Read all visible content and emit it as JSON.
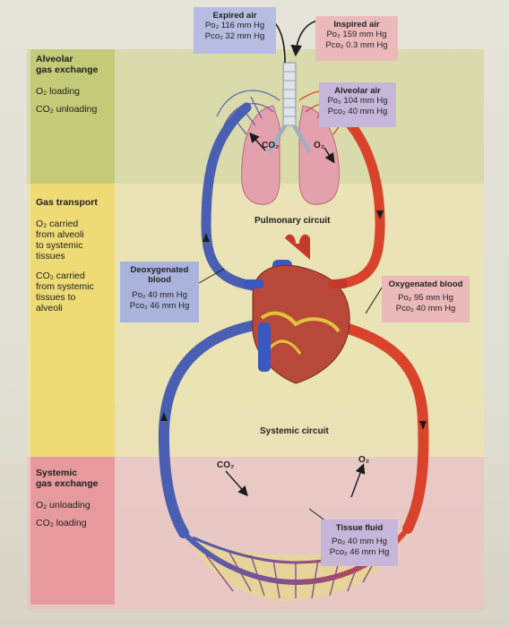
{
  "colors": {
    "oxygenated": "#d9432b",
    "deoxygenated": "#4a5fb2",
    "alveolar_band": "#c8cc7c",
    "transport_band": "#ead97a",
    "systemic_band": "#e4a3a6",
    "label_blue": "#aab3dc",
    "label_pink": "#eab4b6"
  },
  "left_panel": {
    "alveolar": {
      "title_line1": "Alveolar",
      "title_line2": "gas exchange",
      "item1": "O₂ loading",
      "item2": "CO₂ unloading"
    },
    "transport": {
      "title": "Gas transport",
      "item1_lines": [
        "O₂ carried",
        "from alveoli",
        "to systemic",
        "tissues"
      ],
      "item2_lines": [
        "CO₂ carried",
        "from systemic",
        "tissues to",
        "alveoli"
      ]
    },
    "systemic": {
      "title_line1": "Systemic",
      "title_line2": "gas exchange",
      "item1": "O₂ unloading",
      "item2": "CO₂ loading"
    }
  },
  "labels": {
    "expired_air": {
      "title": "Expired air",
      "po2": "Po₂ 116 mm Hg",
      "pco2": "Pco₂ 32 mm Hg"
    },
    "inspired_air": {
      "title": "Inspired air",
      "po2": "Po₂ 159 mm Hg",
      "pco2": "Pco₂ 0.3 mm Hg"
    },
    "alveolar_air": {
      "title": "Alveolar air",
      "po2": "Po₂ 104 mm Hg",
      "pco2": "Pco₂ 40 mm Hg"
    },
    "deoxygenated_blood": {
      "title_line1": "Deoxygenated",
      "title_line2": "blood",
      "po2": "Po₂ 40 mm Hg",
      "pco2": "Pco₂ 46 mm Hg"
    },
    "oxygenated_blood": {
      "title": "Oxygenated blood",
      "po2": "Po₂ 95 mm Hg",
      "pco2": "Pco₂ 40 mm Hg"
    },
    "tissue_fluid": {
      "title": "Tissue fluid",
      "po2": "Po₂ 40 mm Hg",
      "pco2": "Pco₂ 46 mm Hg"
    }
  },
  "diagram": {
    "pulmonary_circuit": "Pulmonary circuit",
    "systemic_circuit": "Systemic circuit",
    "lung_co2": "CO₂",
    "lung_o2": "O₂",
    "tissue_co2": "CO₂",
    "tissue_o2": "O₂"
  }
}
